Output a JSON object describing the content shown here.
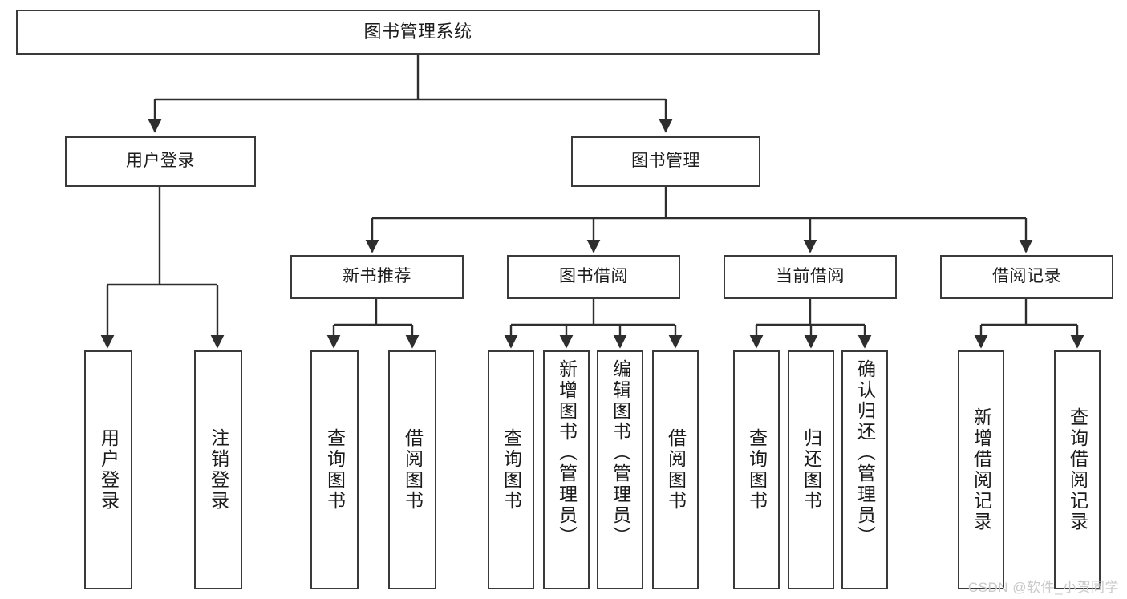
{
  "diagram": {
    "title": "图书管理系统",
    "type": "tree",
    "watermark": "CSDN @软件_小贺同学",
    "colors": {
      "box_border": "#3a3a3a",
      "box_fill": "#ffffff",
      "connector": "#2e2e2e",
      "text": "#1b1b1b",
      "watermark": "#c9c9c9"
    },
    "nodes": {
      "root": {
        "label": "图书管理系统"
      },
      "level1": [
        {
          "label": "用户登录"
        },
        {
          "label": "图书管理"
        }
      ],
      "level2": [
        {
          "label": "新书推荐"
        },
        {
          "label": "图书借阅"
        },
        {
          "label": "当前借阅"
        },
        {
          "label": "借阅记录"
        }
      ],
      "leaves": {
        "user_login": [
          {
            "label": "用户登录"
          },
          {
            "label": "注销登录"
          }
        ],
        "new_book_recommend": [
          {
            "label": "查询图书"
          },
          {
            "label": "借阅图书"
          }
        ],
        "book_borrow": [
          {
            "label": "查询图书"
          },
          {
            "label": "新增图书（管理员）"
          },
          {
            "label": "编辑图书（管理员）"
          },
          {
            "label": "借阅图书"
          }
        ],
        "current_borrow": [
          {
            "label": "查询图书"
          },
          {
            "label": "归还图书"
          },
          {
            "label": "确认归还（管理员）"
          }
        ],
        "borrow_record": [
          {
            "label": "新增借阅记录"
          },
          {
            "label": "查询借阅记录"
          }
        ]
      }
    }
  }
}
